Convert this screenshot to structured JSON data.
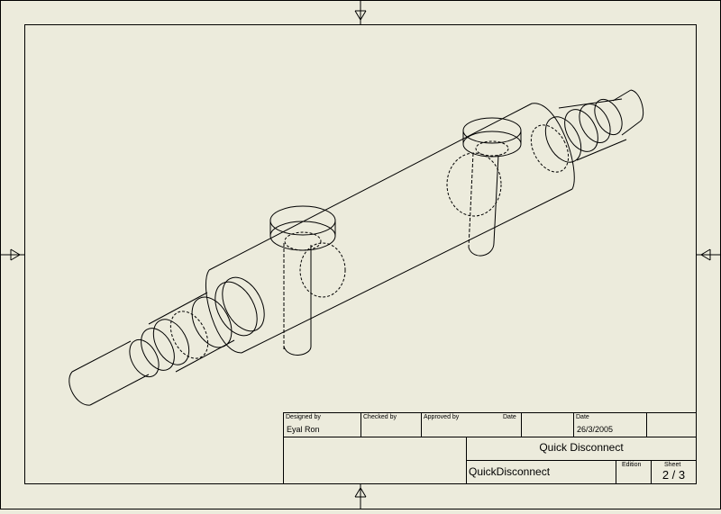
{
  "title_block": {
    "designed_by_label": "Designed by",
    "designed_by": "Eyal Ron",
    "checked_by_label": "Checked by",
    "approved_by_label": "Approved by",
    "date_label_1": "Date",
    "date_label_2": "Date",
    "date": "26/3/2005",
    "title": "Quick Disconnect",
    "file_name": "QuickDisconnect",
    "edition_label": "Edition",
    "sheet_label": "Sheet",
    "sheet": "2 / 3"
  },
  "colors": {
    "paper": "#ecebdc",
    "line": "#000000"
  }
}
